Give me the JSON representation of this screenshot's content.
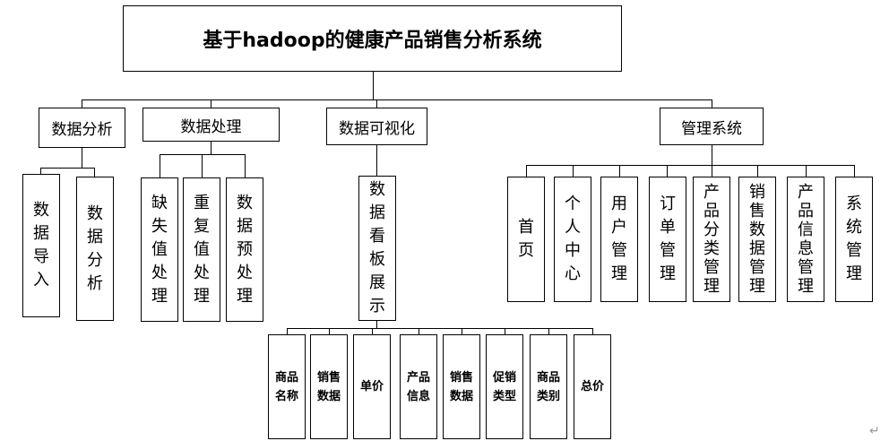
{
  "title": "基于hadoop的健康产品销售分析系统",
  "modules": {
    "analysis": {
      "label": "数据分析",
      "children": [
        "数据导入",
        "数据分析"
      ]
    },
    "processing": {
      "label": "数据处理",
      "children": [
        "缺失值处理",
        "重复值处理",
        "数据预处理"
      ]
    },
    "visualization": {
      "label": "数据可视化",
      "child": "数据看板展示",
      "fields": [
        "商品名称",
        "销售数据",
        "单价",
        "产品信息",
        "销售数据",
        "促销类型",
        "商品类别",
        "总价"
      ]
    },
    "management": {
      "label": "管理系统",
      "children": [
        "首页",
        "个人中心",
        "用户管理",
        "订单管理",
        "产品分类管理",
        "销售数据管理",
        "产品信息管理",
        "系统管理"
      ]
    }
  },
  "return_mark": "↵"
}
